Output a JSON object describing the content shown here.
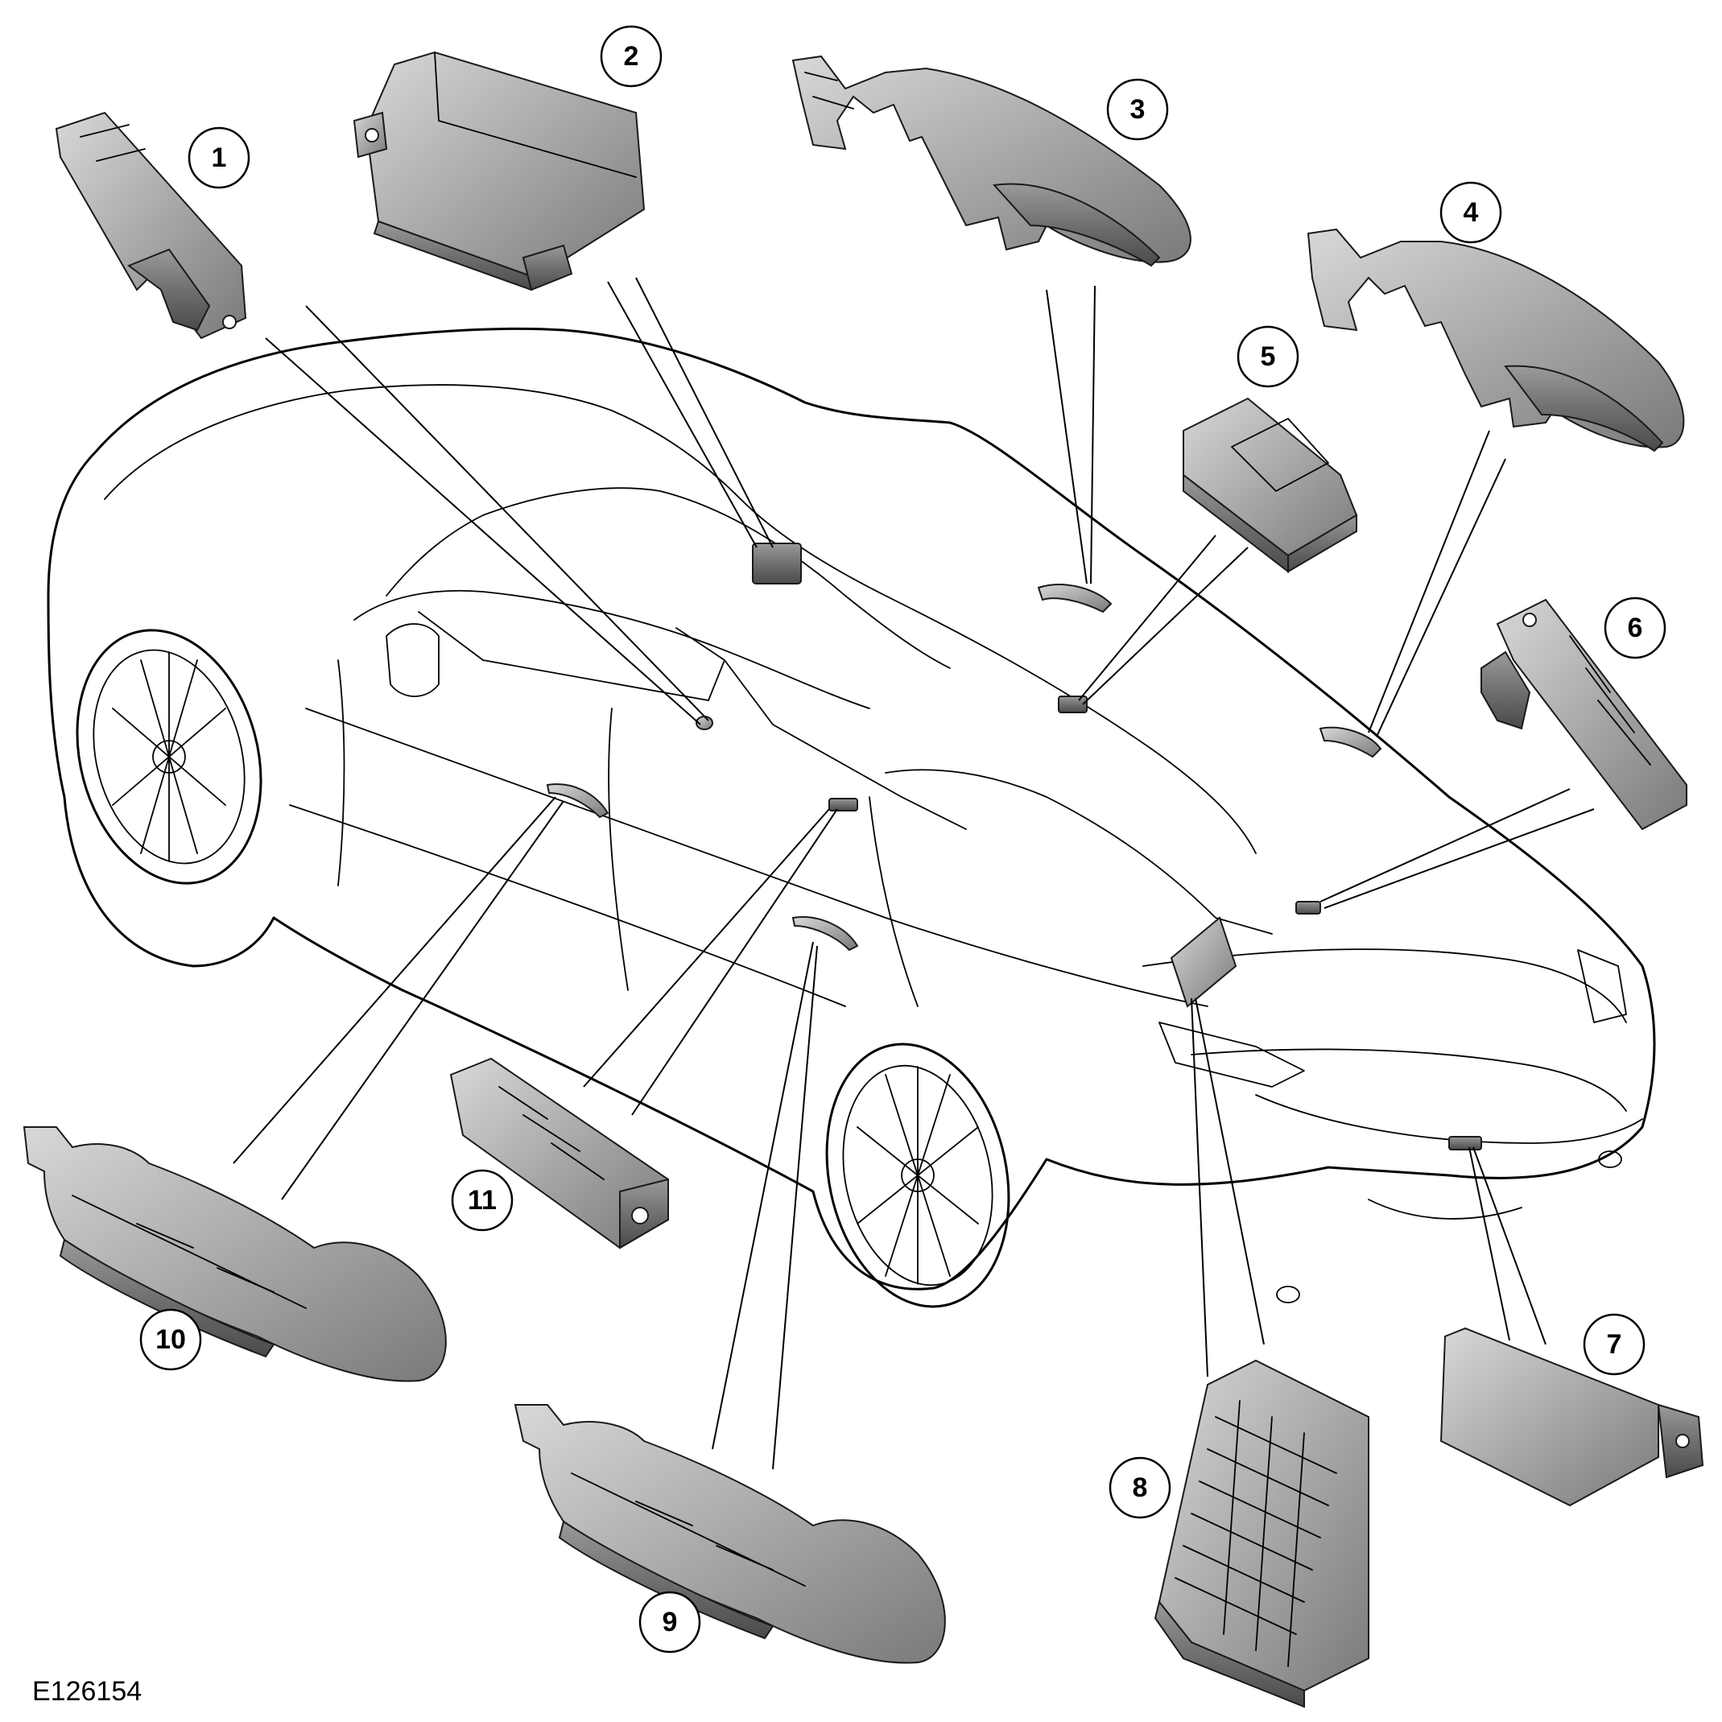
{
  "figure_id": "E126154",
  "callouts": [
    "1",
    "2",
    "3",
    "4",
    "5",
    "6",
    "7",
    "8",
    "9",
    "10",
    "11"
  ]
}
